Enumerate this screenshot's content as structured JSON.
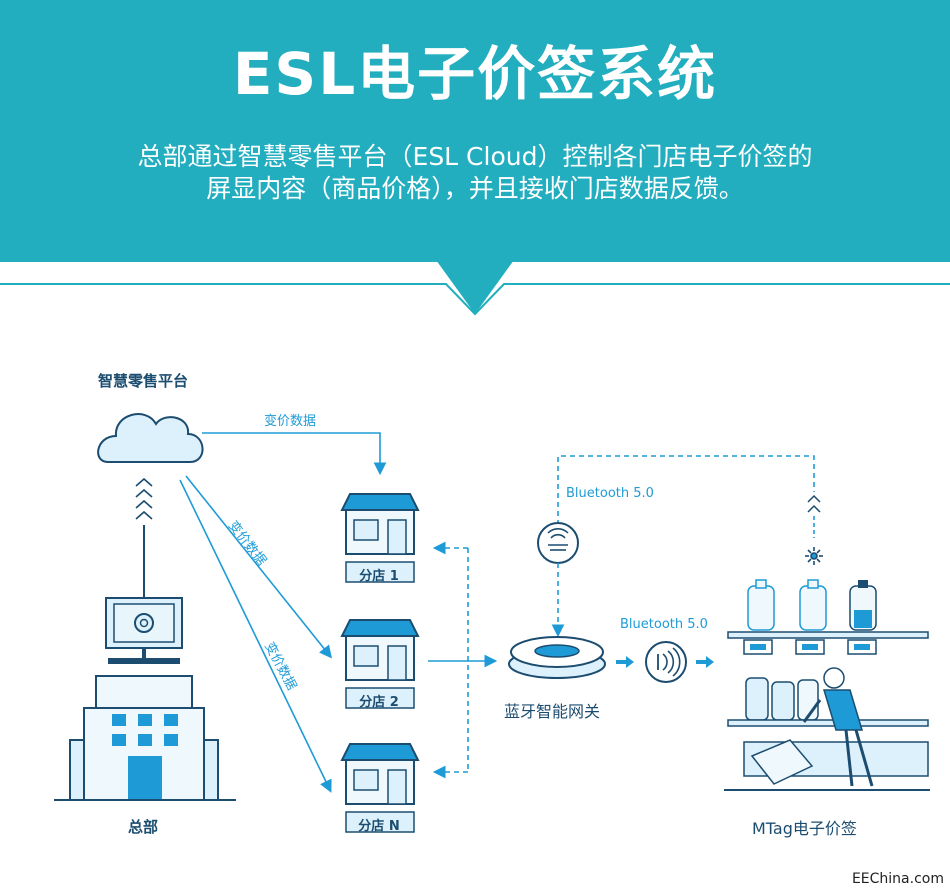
{
  "header": {
    "title": "ESL电子价签系统",
    "subtitle_line1": "总部通过智慧零售平台（ESL Cloud）控制各门店电子价签的",
    "subtitle_line2": "屏显内容（商品价格），并且接收门店数据反馈。"
  },
  "diagram": {
    "platform_label": "智慧零售平台",
    "hq_label": "总部",
    "price_data_top": "变价数据",
    "price_data_mid": "变价数据",
    "price_data_low": "变价数据",
    "stores": [
      "分店 1",
      "分店 2",
      "分店 N"
    ],
    "bluetooth_top": "Bluetooth 5.0",
    "bluetooth_mid": "Bluetooth 5.0",
    "gateway_label": "蓝牙智能网关",
    "mtag_label": "MTag电子价签"
  },
  "footer": {
    "watermark": "EEChina.com"
  },
  "colors": {
    "banner": "#22aebf",
    "accent": "#1e9bd7",
    "dark": "#1c4d70",
    "light": "#dcf1fb"
  }
}
